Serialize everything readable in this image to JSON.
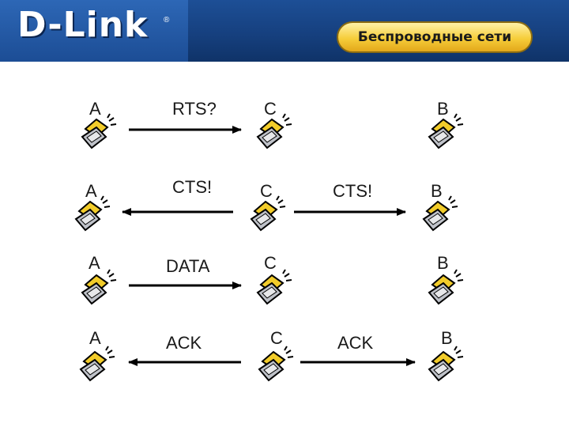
{
  "header": {
    "logo_text": "D-Link",
    "logo_mark": "®",
    "slide_title": "Беспроводные сети",
    "colors": {
      "bar": "#16407f",
      "pill": "#f6cd3a"
    }
  },
  "rows": [
    {
      "left": "A",
      "middle": "C",
      "right": "B",
      "msg_left": "RTS?",
      "msg_right": ""
    },
    {
      "left": "A",
      "middle": "C",
      "right": "B",
      "msg_left": "CTS!",
      "msg_right": "CTS!"
    },
    {
      "left": "A",
      "middle": "C",
      "right": "B",
      "msg_left": "DATA",
      "msg_right": ""
    },
    {
      "left": "A",
      "middle": "C",
      "right": "B",
      "msg_left": "ACK",
      "msg_right": "ACK"
    }
  ],
  "icons": {
    "station": "laptop-icon"
  }
}
